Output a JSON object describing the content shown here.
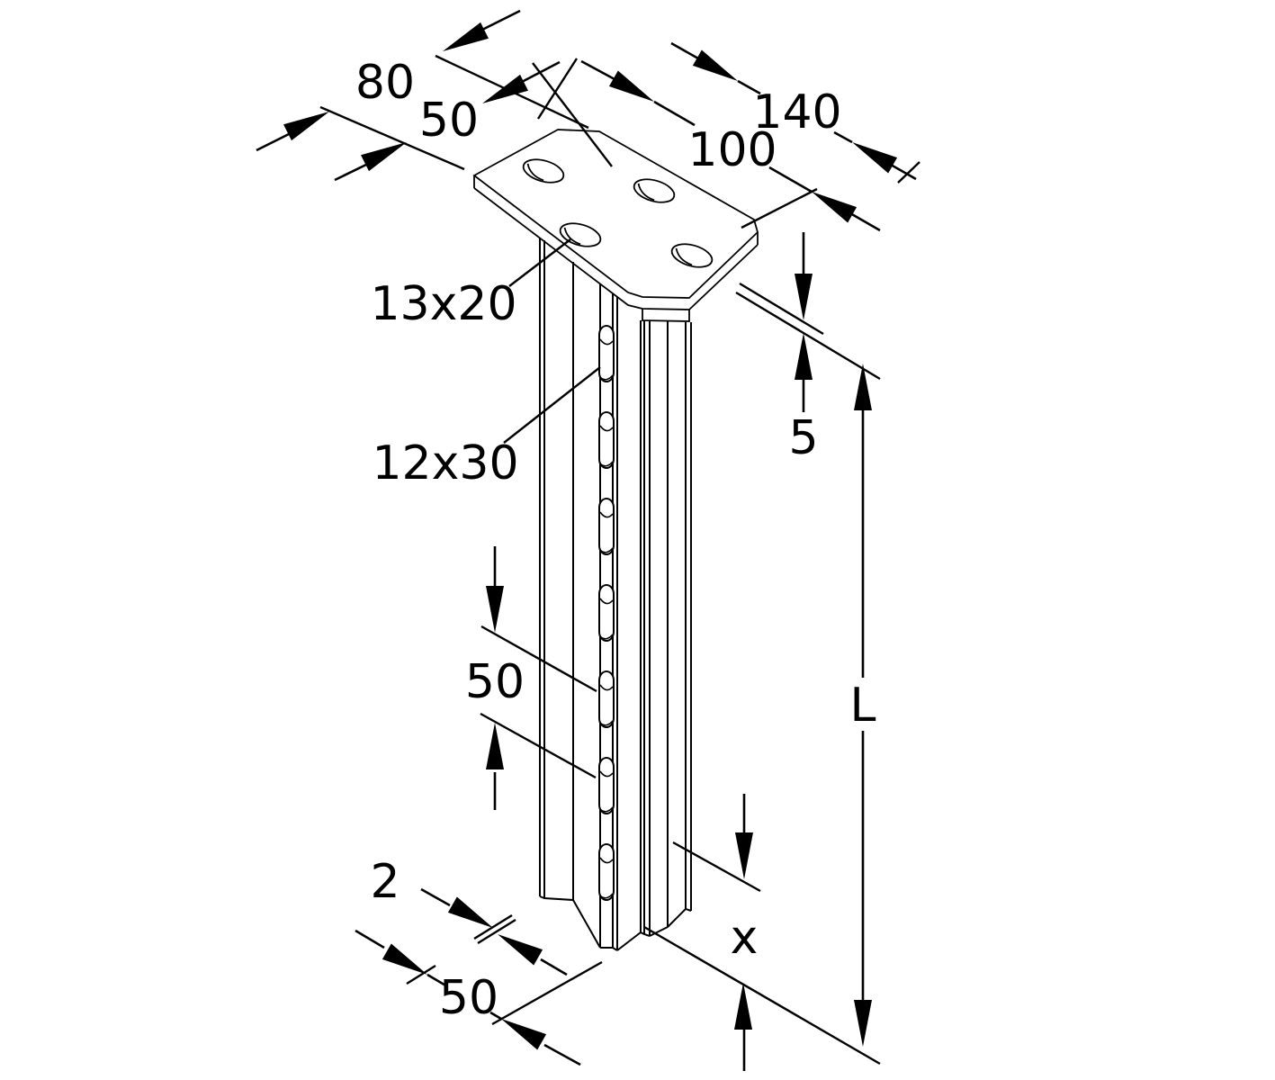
{
  "diagram": {
    "description": "Isometric technical drawing of a ceiling hanger bracket: rectangular top plate with four slotted holes on a vertical slotted channel profile",
    "background_color": "#ffffff",
    "line_color": "#000000",
    "labels": {
      "plate_width": "80",
      "plate_hole_offset": "50",
      "plate_length": "140",
      "plate_hole_spacing": "100",
      "plate_slot_size": "13x20",
      "profile_slot_size": "12x30",
      "plate_thickness": "5",
      "profile_slot_pitch": "50",
      "profile_length": "L",
      "material_thickness": "2",
      "profile_width": "50",
      "bottom_distance": "x"
    }
  }
}
